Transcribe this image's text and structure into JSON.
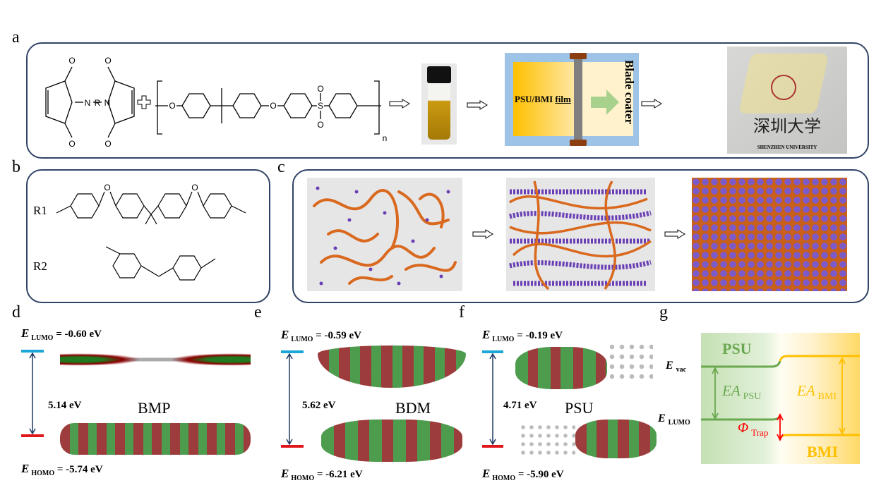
{
  "panels": {
    "a": {
      "label": "a",
      "R": "R",
      "N": "N",
      "O": "O",
      "S": "S",
      "n": "n",
      "film_label": "PSU/BMI",
      "film_word": "film",
      "coater_label": "Blade coater",
      "photo_text_cn": "深圳大学",
      "photo_text_en": "SHENZHEN UNIVERSITY"
    },
    "b": {
      "label": "b",
      "r1": "R1",
      "r2": "R2"
    },
    "c": {
      "label": "c"
    },
    "d": {
      "label": "d",
      "lumo": "= -0.60 eV",
      "homo": "= -5.74 eV",
      "gap": "5.14 eV",
      "name": "BMP"
    },
    "e": {
      "label": "e",
      "lumo": "= -0.59 eV",
      "homo": "= -6.21 eV",
      "gap": "5.62 eV",
      "name": "BDM"
    },
    "f": {
      "label": "f",
      "lumo": "= -0.19 eV",
      "homo": "= -5.90 eV",
      "gap": "4.71 eV",
      "name": "PSU"
    },
    "g": {
      "label": "g",
      "psu": "PSU",
      "bmi": "BMI",
      "evac": "E",
      "evac_sub": "vac",
      "elumo": "E",
      "elumo_sub": "LUMO",
      "ea": "EA",
      "ea_psu_sub": "PSU",
      "ea_bmi_sub": "BMI",
      "phi": "Φ",
      "phi_sub": "Trap"
    }
  },
  "E": "E",
  "lumo_sub": "LUMO",
  "homo_sub": "HOMO",
  "colors": {
    "frame": "#2f4466",
    "lumo": "#1aa7d8",
    "homo": "#e0161b",
    "psu_green": "#6aa84f",
    "bmi_yellow": "#ffc000",
    "orange_chain": "#d9691e",
    "purple": "#6a3fb5"
  }
}
